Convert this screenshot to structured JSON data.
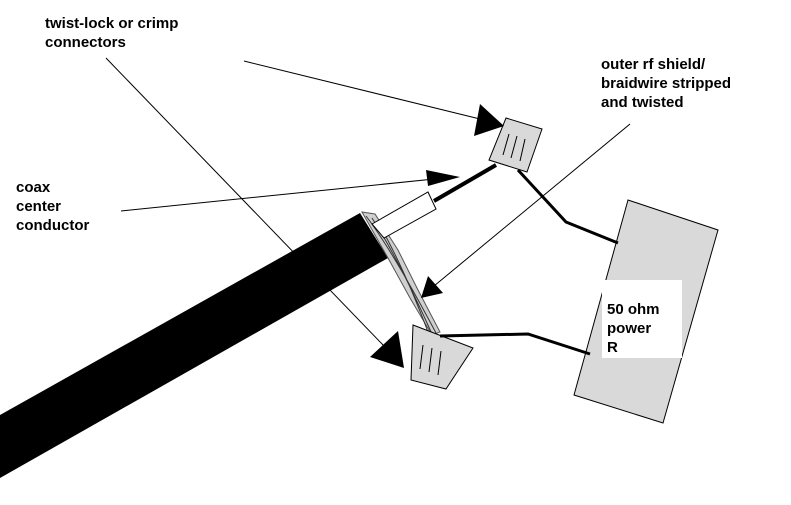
{
  "labels": {
    "connectors": [
      "twist-lock or crimp",
      "connectors"
    ],
    "shield": [
      "outer rf shield/",
      "braidwire stripped",
      "and twisted"
    ],
    "center": [
      "coax",
      "center",
      "conductor"
    ],
    "resistor": [
      "50 ohm",
      "power",
      "R"
    ]
  },
  "colors": {
    "cable": "#000000",
    "component_fill": "#d9d9d9",
    "outline": "#000000",
    "background": "#ffffff"
  }
}
